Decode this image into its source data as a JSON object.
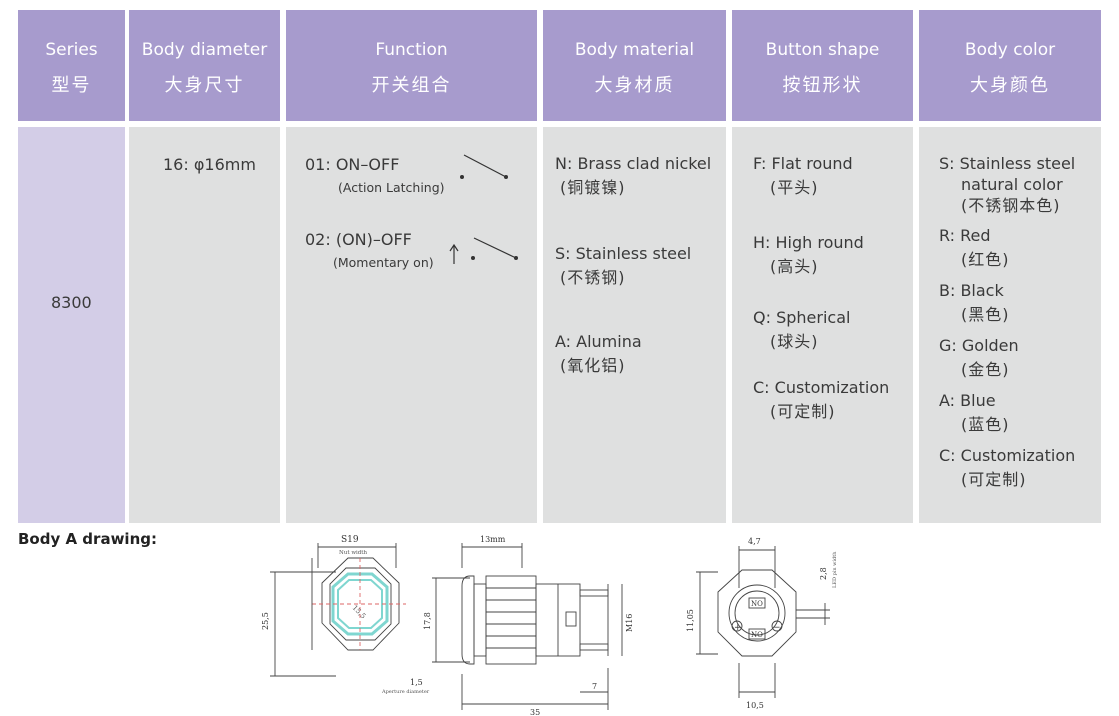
{
  "headers": [
    {
      "en": "Series",
      "zh": "型号"
    },
    {
      "en": "Body diameter",
      "zh": "大身尺寸"
    },
    {
      "en": "Function",
      "zh": "开关组合"
    },
    {
      "en": "Body material",
      "zh": "大身材质"
    },
    {
      "en": "Button shape",
      "zh": "按钮形状"
    },
    {
      "en": "Body color",
      "zh": "大身颜色"
    }
  ],
  "series": {
    "value": "8300"
  },
  "diameter": {
    "value": "16: φ16mm"
  },
  "function": {
    "items": [
      {
        "code": "01: ON–OFF",
        "desc": "(Action Latching)"
      },
      {
        "code": "02: (ON)–OFF",
        "desc": "(Momentary on)"
      }
    ]
  },
  "material": {
    "items": [
      {
        "en": "N: Brass clad nickel",
        "zh": "(铜镀镍)"
      },
      {
        "en": "S: Stainless steel",
        "zh": "(不锈钢)"
      },
      {
        "en": "A: Alumina",
        "zh": "(氧化铝)"
      }
    ]
  },
  "button_shape": {
    "items": [
      {
        "en": "F: Flat round",
        "zh": "(平头)"
      },
      {
        "en": "H: High round",
        "zh": "(高头)"
      },
      {
        "en": "Q: Spherical",
        "zh": "(球头)"
      },
      {
        "en": "C: Customization",
        "zh": "(可定制)"
      }
    ]
  },
  "body_color": {
    "first": {
      "line1": "S: Stainless steel",
      "line2": "natural color",
      "zh": "(不锈钢本色)"
    },
    "items": [
      {
        "en": "R: Red",
        "zh": "(红色)"
      },
      {
        "en": "B: Black",
        "zh": "(黑色)"
      },
      {
        "en": "G: Golden",
        "zh": "(金色)"
      },
      {
        "en": "A: Blue",
        "zh": "(蓝色)"
      },
      {
        "en": "C: Customization",
        "zh": "(可定制)"
      }
    ]
  },
  "drawing": {
    "title": "Body A drawing:",
    "front": {
      "nut": "S19",
      "nut_note": "Nut width",
      "height": "25,5",
      "inner": "15,5"
    },
    "side": {
      "width": "13mm",
      "height": "17,8",
      "thread": "M16",
      "aperture": "1,5",
      "aperture_note": "Aperture diameter",
      "length": "35",
      "terminal": "7"
    },
    "back": {
      "top": "4,7",
      "led": "2,8",
      "led_note": "LED pin width",
      "height": "11,05",
      "bottom": "10,5",
      "no": "NO",
      "plus": "+",
      "minus": "−"
    }
  },
  "colors": {
    "header": "#a79bcd",
    "series_cell": "#d3cde7",
    "cell": "#dfe0e0",
    "ring": "#7fd6d0"
  }
}
